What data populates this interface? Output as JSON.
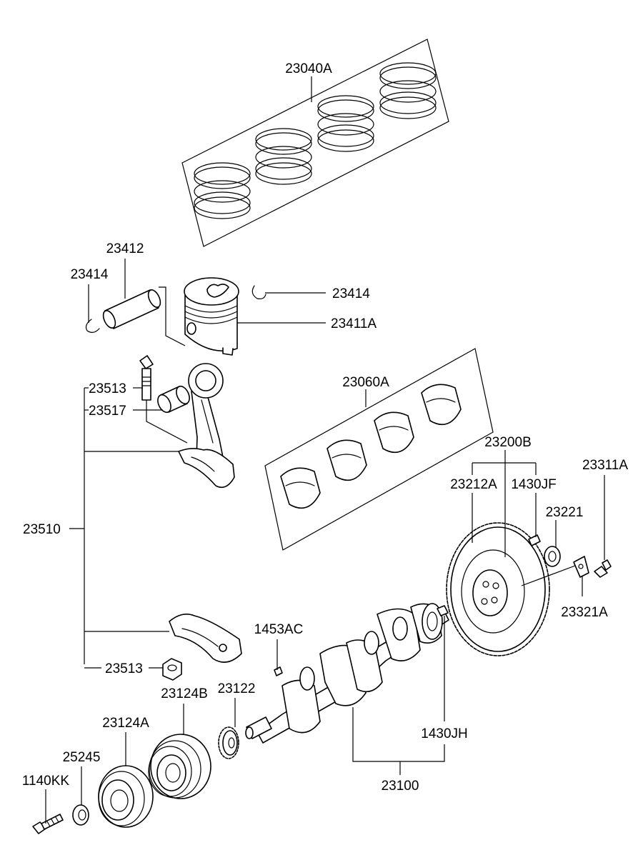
{
  "labels": {
    "piston_ring_set": "23040A",
    "piston_pin": "23412",
    "snap_ring_left": "23414",
    "snap_ring_right": "23414",
    "piston": "23411A",
    "conrod_bolt_upper": "23513",
    "conrod_bushing": "23517",
    "crank_bearing_set": "23060A",
    "flywheel_assy": "23200B",
    "flywheel": "23212A",
    "flywheel_dowel": "1430JF",
    "flywheel_bolt": "23311A",
    "pilot_bushing": "23221",
    "reinforcement_plate": "23321A",
    "conrod_assy": "23510",
    "woodruff_key": "1453AC",
    "conrod_nut_lower": "23513",
    "damper_pulley_b": "23124B",
    "crankshaft_sprocket": "23122",
    "damper_pulley_a": "23124A",
    "crankshaft_pin": "1430JH",
    "washer": "25245",
    "pulley_bolt": "1140KK",
    "crankshaft": "23100"
  },
  "colors": {
    "line": "#000000",
    "background": "#ffffff"
  }
}
